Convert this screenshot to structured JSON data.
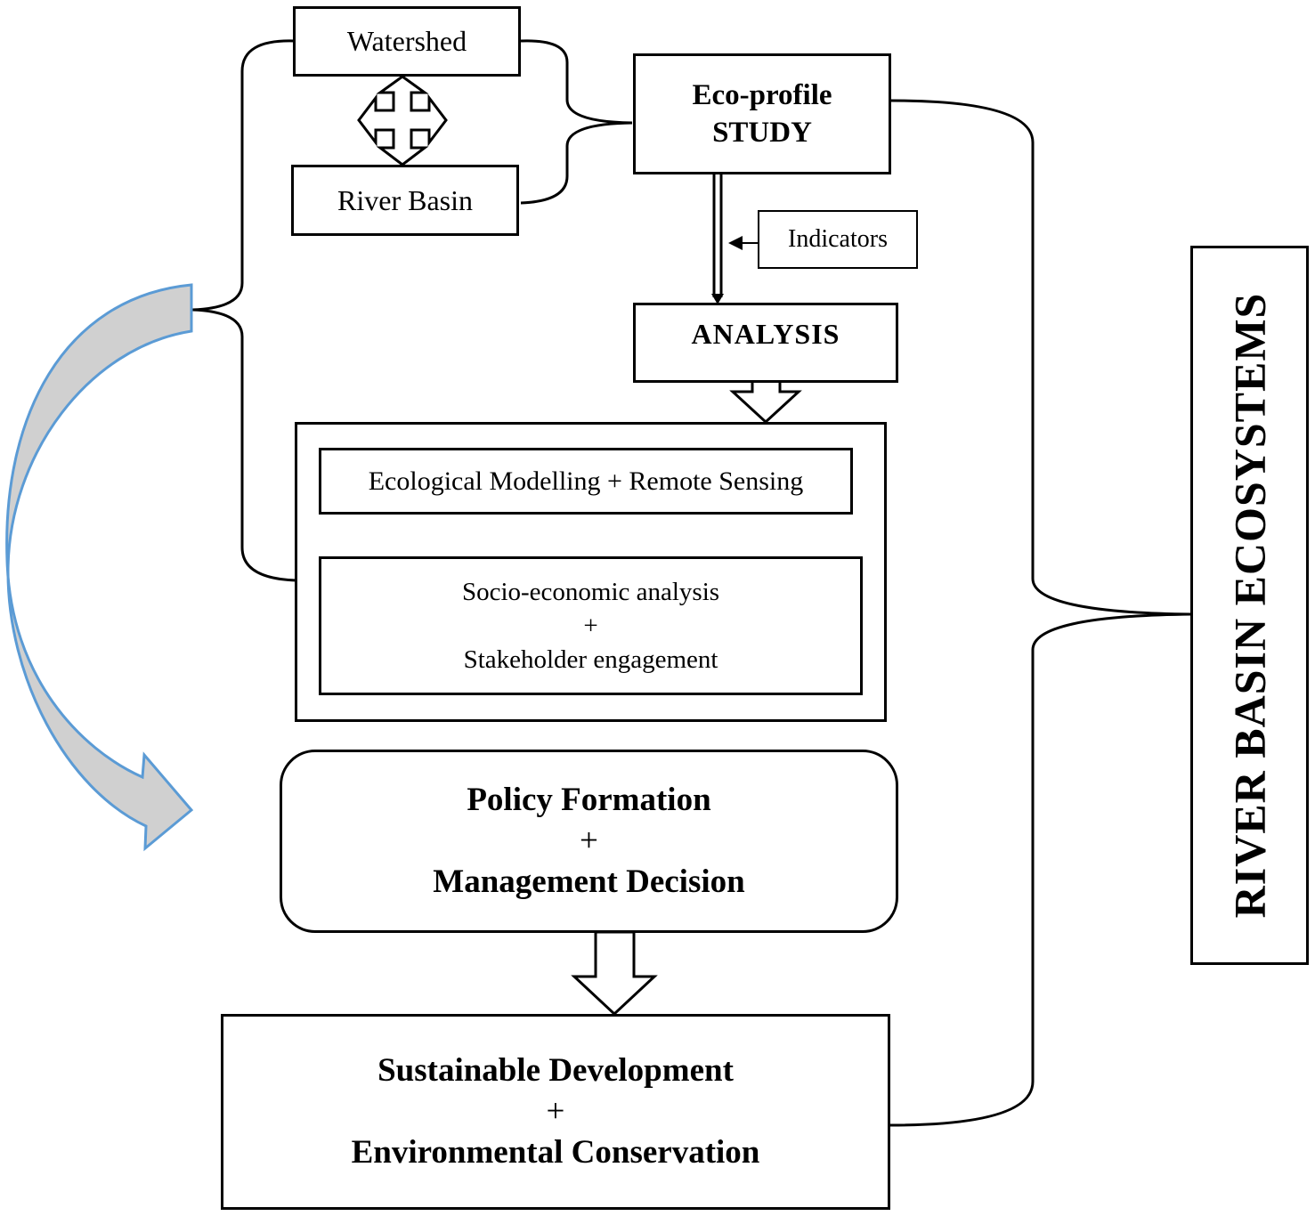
{
  "watershed": "Watershed",
  "river_basin": "River Basin",
  "eco_profile": {
    "line1": "Eco-profile",
    "line2": "STUDY"
  },
  "indicators": "Indicators",
  "analysis": "ANALYSIS",
  "ecological_modelling": "Ecological Modelling + Remote Sensing",
  "socio": {
    "line1": "Socio-economic analysis",
    "plus": "+",
    "line2": "Stakeholder engagement"
  },
  "policy": {
    "line1": "Policy Formation",
    "plus": "+",
    "line2": "Management Decision"
  },
  "sustainable": {
    "line1": "Sustainable Development",
    "plus": "+",
    "line2": "Environmental Conservation"
  },
  "river_basin_ecosystems": "RIVER BASIN ECOSYSTEMS",
  "colors": {
    "line": "#000000",
    "feedback_arrow_stroke": "#5b9bd5",
    "feedback_arrow_fill": "#d0d0d0"
  }
}
